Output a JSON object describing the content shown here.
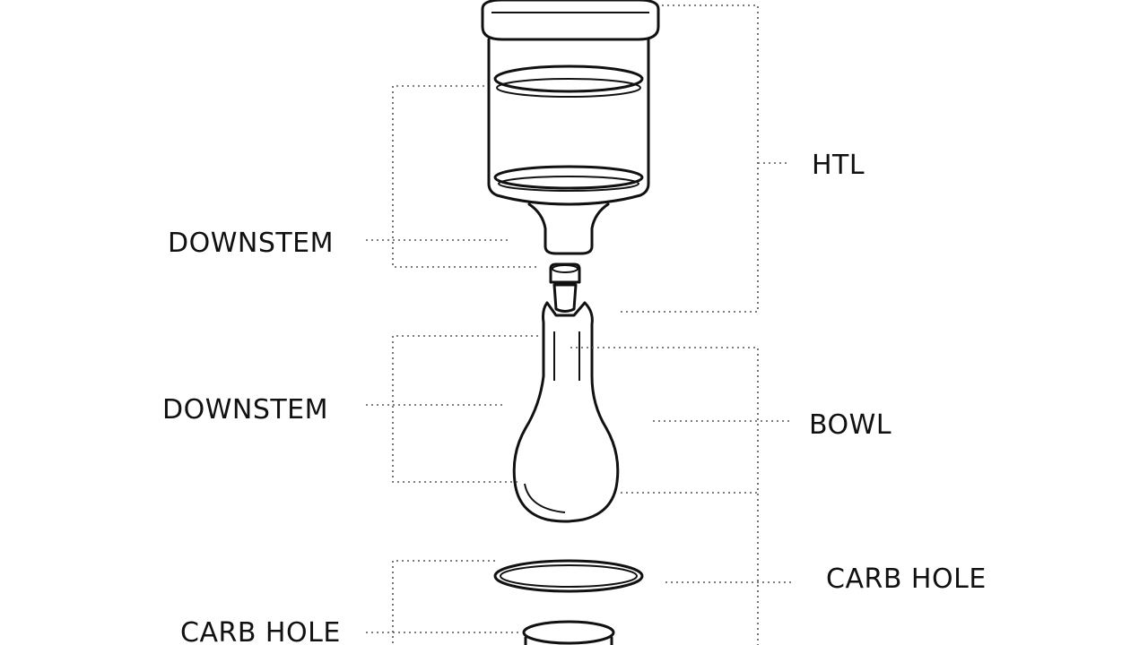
{
  "labels": {
    "top_right": "HTL",
    "downstem_upper": "DOWNSTEM",
    "downstem_lower": "DOWNSTEM",
    "bowl": "BOWL",
    "carb_hole_right": "CARB HOLE",
    "carb_hole_left": "CARB HOLE"
  },
  "colors": {
    "line": "#111111",
    "leader": "#555555",
    "background": "#ffffff"
  }
}
